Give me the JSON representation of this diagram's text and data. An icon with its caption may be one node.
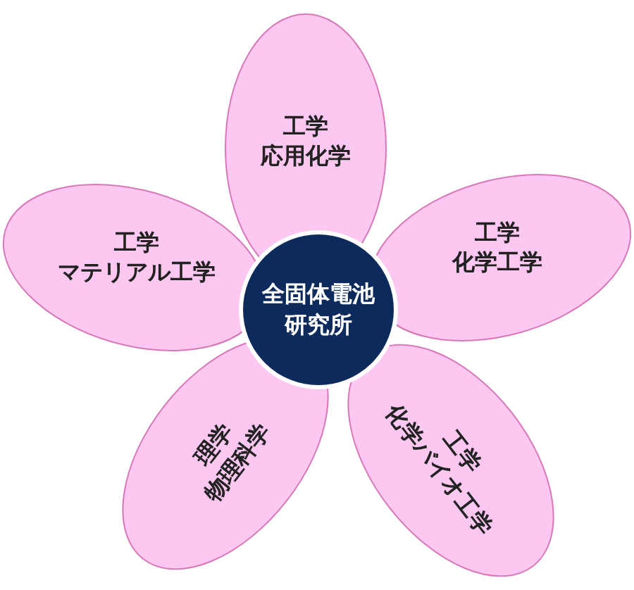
{
  "diagram": {
    "nodes": [
      {
        "text": [
          "工学",
          "応用化学"
        ]
      },
      {
        "text": [
          "工学",
          "マテリアル工学"
        ]
      },
      {
        "text": [
          "工学",
          "化学工学"
        ]
      },
      {
        "text": [
          "全固体電池研究所"
        ]
      },
      {
        "text": [
          "理学",
          "物理科学"
        ]
      },
      {
        "text": [
          "工学",
          "化学バイオ工学"
        ]
      }
    ]
  }
}
